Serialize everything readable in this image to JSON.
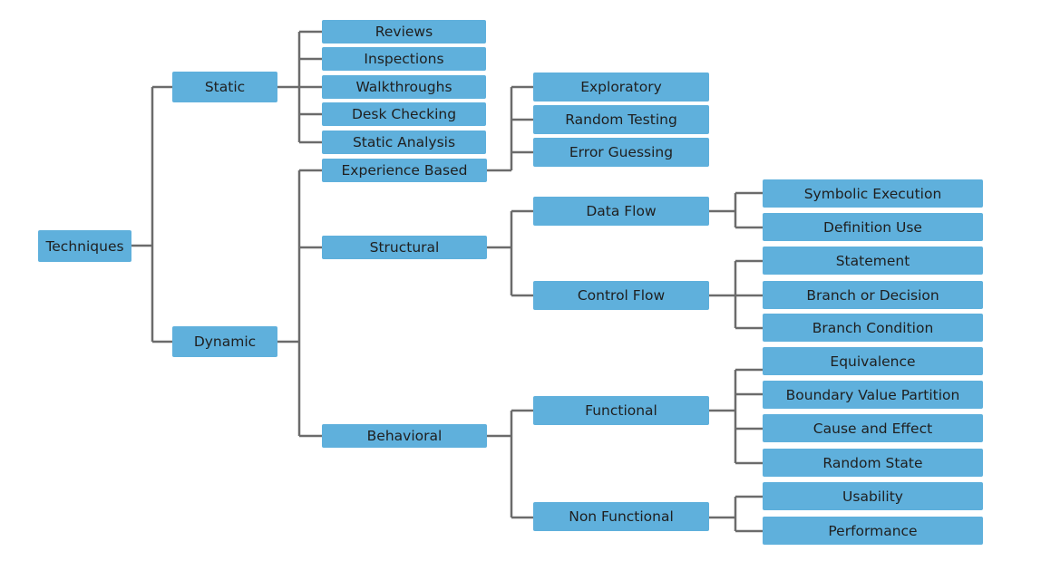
{
  "nodes": {
    "techniques": "Techniques",
    "static": "Static",
    "dynamic": "Dynamic",
    "reviews": "Reviews",
    "inspections": "Inspections",
    "walkthroughs": "Walkthroughs",
    "desk_checking": "Desk Checking",
    "static_analysis": "Static Analysis",
    "experience_based": "Experience Based",
    "structural": "Structural",
    "behavioral": "Behavioral",
    "exploratory": "Exploratory",
    "random_testing": "Random Testing",
    "error_guessing": "Error Guessing",
    "data_flow": "Data Flow",
    "control_flow": "Control Flow",
    "functional": "Functional",
    "non_functional": "Non Functional",
    "symbolic_execution": "Symbolic Execution",
    "definition_use": "Definition Use",
    "statement": "Statement",
    "branch_or_decision": "Branch or Decision",
    "branch_condition": "Branch Condition",
    "equivalence": "Equivalence",
    "boundary_value_partition": "Boundary Value Partition",
    "cause_and_effect": "Cause and Effect",
    "random_state": "Random State",
    "usability": "Usability",
    "performance": "Performance"
  },
  "colors": {
    "node_fill": "#5fb0dc",
    "connector": "#6b6b6b",
    "text": "#1f1f1f"
  }
}
